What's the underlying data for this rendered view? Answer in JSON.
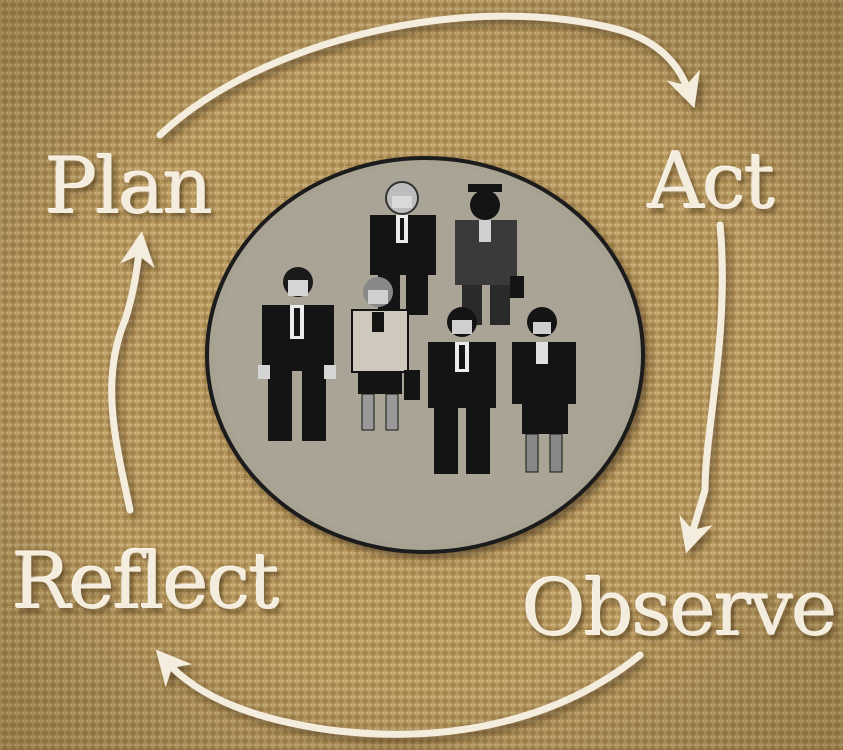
{
  "cycle": {
    "steps": [
      "Plan",
      "Act",
      "Observe",
      "Reflect"
    ]
  },
  "colors": {
    "burlap": "#b89a62",
    "weave_dark": "#8a6d3c",
    "weave_light": "#d8c08c",
    "arrow": "#f4ecdc",
    "disc": "#a59f91",
    "figure": "#111111"
  }
}
